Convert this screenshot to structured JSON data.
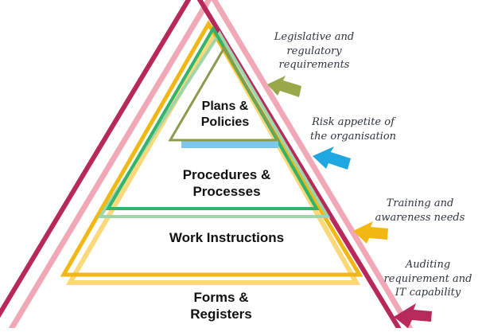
{
  "pyramid_levels": [
    {
      "line1": "Plans &",
      "line2": "Policies"
    },
    {
      "line1": "Procedures &",
      "line2": "Processes"
    },
    {
      "line1": "Work Instructions"
    },
    {
      "line1": "Forms &",
      "line2": "Registers"
    }
  ],
  "influences": [
    {
      "lines": [
        "Legislative and",
        "regulatory",
        "requirements"
      ],
      "color": "#9aa84a"
    },
    {
      "lines": [
        "Risk appetite of",
        "the organisation"
      ],
      "color": "#1ea7e1"
    },
    {
      "lines": [
        "Training and",
        "awareness needs"
      ],
      "color": "#f2b713"
    },
    {
      "lines": [
        "Auditing",
        "requirement and",
        "IT capability"
      ],
      "color": "#b8285a"
    }
  ],
  "colors": {
    "outer": "#b8285a",
    "outer_shadow": "#f1a8b6",
    "yellow": "#f2b713",
    "yellow_light": "#fbd97a",
    "green": "#33b36b",
    "green_light": "#9ed6a9",
    "olive": "#8c9a4e",
    "blue_bar": "#7cc8ea"
  }
}
